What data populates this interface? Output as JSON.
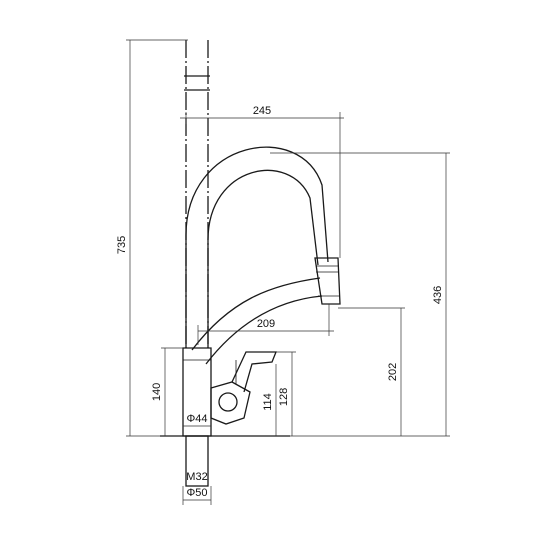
{
  "drawing": {
    "dimensions": {
      "total_height": "735",
      "reach": "245",
      "spout_height": "436",
      "spray_reach": "209",
      "spray_height": "202",
      "base_height": "140",
      "handle_height": "128",
      "handle_offset": "114",
      "body_diameter": "Φ44",
      "thread": "M32",
      "base_diameter": "Φ50"
    }
  }
}
